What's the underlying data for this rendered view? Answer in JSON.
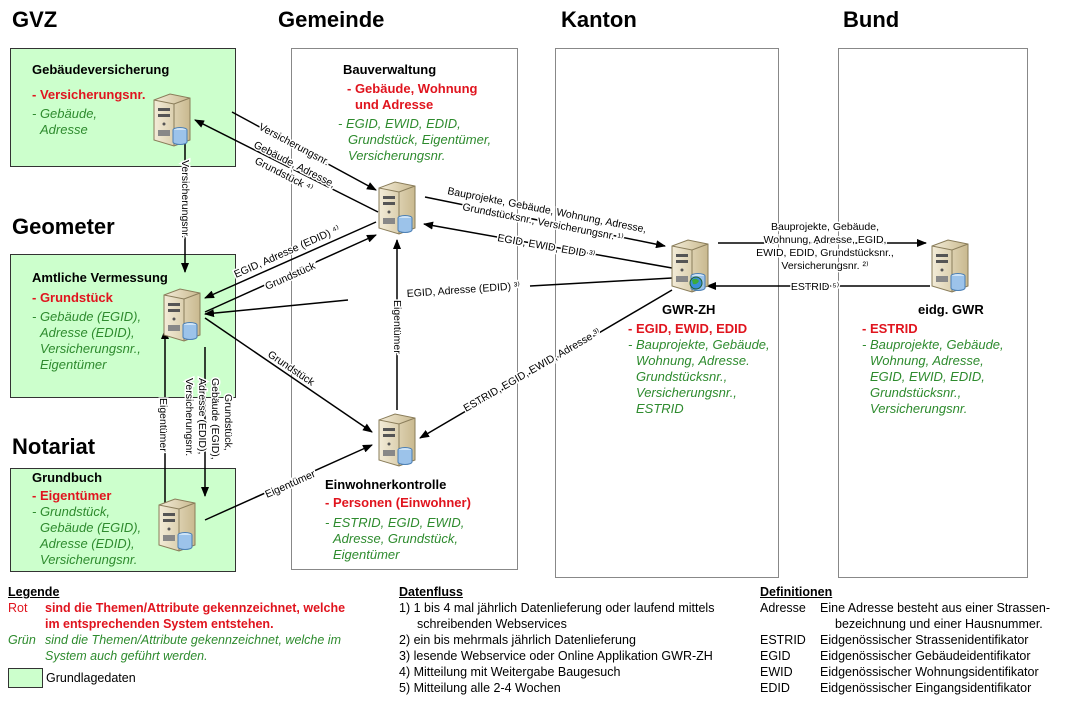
{
  "columns": {
    "gvz": "GVZ",
    "gemeinde": "Gemeinde",
    "kanton": "Kanton",
    "bund": "Bund",
    "geometer": "Geometer",
    "notariat": "Notariat"
  },
  "nodes": {
    "gebaeudeversicherung": {
      "title": "Gebäudeversicherung",
      "red": [
        "- Versicherungsnr."
      ],
      "green": [
        "- Gebäude,",
        "  Adresse"
      ]
    },
    "bauverwaltung": {
      "title": "Bauverwaltung",
      "red": [
        "- Gebäude, Wohnung",
        "  und Adresse"
      ],
      "green": [
        "- EGID, EWID, EDID,",
        "  Grundstück, Eigentümer,",
        "  Versicherungsnr."
      ]
    },
    "amtliche_vermessung": {
      "title": "Amtliche Vermessung",
      "red": [
        "- Grundstück"
      ],
      "green": [
        "- Gebäude (EGID),",
        "  Adresse (EDID),",
        "  Versicherungsnr.,",
        "  Eigentümer"
      ]
    },
    "grundbuch": {
      "title": "Grundbuch",
      "red": [
        "- Eigentümer"
      ],
      "green": [
        "- Grundstück,",
        "  Gebäude (EGID),",
        "  Adresse (EDID),",
        "  Versicherungsnr."
      ]
    },
    "einwohnerkontrolle": {
      "title": "Einwohnerkontrolle",
      "red": [
        "- Personen (Einwohner)"
      ],
      "green": [
        "- ESTRID, EGID, EWID,",
        "  Adresse, Grundstück,",
        "  Eigentümer"
      ]
    },
    "gwr_zh": {
      "title": "GWR-ZH",
      "red": [
        "- EGID, EWID, EDID"
      ],
      "green": [
        "- Bauprojekte, Gebäude,",
        "  Wohnung, Adresse.",
        "  Grundstücksnr.,",
        "  Versicherungsnr.,",
        "  ESTRID"
      ]
    },
    "eidg_gwr": {
      "title": "eidg. GWR",
      "red": [
        "- ESTRID"
      ],
      "green": [
        "- Bauprojekte, Gebäude,",
        "  Wohnung, Adresse,",
        "  EGID, EWID, EDID,",
        "  Grundstücksnr.,",
        "  Versicherungsnr."
      ]
    }
  },
  "flows": {
    "gvz_to_bau": "Versicherungsnr.",
    "bau_to_gvz": [
      "Gebäude, Adresse,",
      "Grundstück ⁴⁾"
    ],
    "gvz_to_verm": "Versicherungsnr.",
    "bau_to_verm": "EGID, Adresse (EDID) ⁴⁾",
    "verm_to_bau": "Grundstück",
    "bau_to_gwr": [
      "Bauprojekte, Gebäude, Wohnung, Adresse,",
      "Grundstücksnr., Versicherungsnr. ¹⁾"
    ],
    "gwr_to_bau": "EGID, EWID, EDID ³⁾",
    "gwr_to_verm": "EGID, Adresse (EDID) ³⁾",
    "gwr_to_eidg": [
      "Bauprojekte, Gebäude,",
      "Wohnung, Adresse, EGID,",
      "EWID, EDID, Grundstücksnr.,",
      "Versicherungsnr. ²⁾"
    ],
    "eidg_to_gwr": "ESTRID ⁵⁾",
    "einw_to_bau": "Eigentümer",
    "verm_to_einw": "Grundstück",
    "gwr_to_einw": "ESTRID, EGID, EWID, Adresse ³⁾",
    "gb_to_einw": "Eigentümer",
    "gb_to_verm": "Eigentümer",
    "verm_to_gb": [
      "Grundstück,",
      "Gebäude (EGID),",
      "Adresse (EDID),",
      "Versicherungsnr."
    ]
  },
  "legend": {
    "title": "Legende",
    "rot_key": "Rot",
    "rot_text": [
      "sind die Themen/Attribute gekennzeichnet, welche",
      "im entsprechenden System entstehen."
    ],
    "gruen_key": "Grün",
    "gruen_text": [
      "sind die Themen/Attribute gekennzeichnet, welche im",
      "System auch geführt werden."
    ],
    "swatch_label": "Grundlagedaten",
    "colors": {
      "red": "#e0141e",
      "green": "#2e8b2e",
      "base_fill": "#ccffcc"
    }
  },
  "datenfluss": {
    "title": "Datenfluss",
    "items": [
      "1) 1 bis 4 mal jährlich Datenlieferung oder laufend mittels",
      "    schreibenden Webservices",
      "2) ein bis mehrmals jährlich Datenlieferung",
      "3) lesende Webservice oder Online Applikation GWR-ZH",
      "4) Mitteilung mit Weitergabe Baugesuch",
      "5) Mitteilung alle 2-4 Wochen"
    ]
  },
  "definitionen": {
    "title": "Definitionen",
    "items": [
      {
        "term": "Adresse",
        "def": "Eine Adresse besteht aus einer Strassen-",
        "def2": "bezeichnung und einer Hausnummer."
      },
      {
        "term": "ESTRID",
        "def": "Eidgenössischer Strassenidentifikator"
      },
      {
        "term": "EGID",
        "def": "Eidgenössischer Gebäudeidentifikator"
      },
      {
        "term": "EWID",
        "def": "Eidgenössischer Wohnungsidentifikator"
      },
      {
        "term": "EDID",
        "def": "Eidgenössischer Eingangsidentifikator"
      }
    ]
  }
}
